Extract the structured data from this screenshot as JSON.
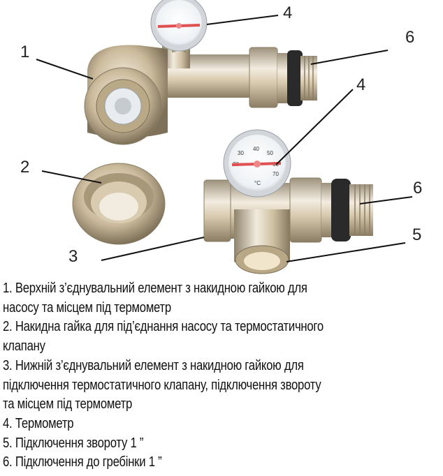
{
  "callouts": {
    "c1": "1",
    "c2": "2",
    "c3": "3",
    "c4_top": "4",
    "c4_lower": "4",
    "c5": "5",
    "c6_top": "6",
    "c6_lower": "6"
  },
  "gauge": {
    "ticks": [
      "20",
      "30",
      "40",
      "50",
      "60",
      "70"
    ],
    "unit": "°C",
    "needle_color": "#e05050"
  },
  "colors": {
    "brass": "#d8c9a8",
    "chrome": "#cfcac0",
    "seal": "#2a2a2a"
  },
  "legend": [
    "1. Верхній з’єднувальний елемент з накидною гайкою для",
    "насосу та місцем під термометр",
    "2. Накидна гайка для під’єднання насосу та термостатичного",
    "клапану",
    "3. Нижній з’єднувальний елемент з накидною гайкою для",
    "підключення термостатичного клапану, підключення звороту",
    "та місцем під термометр",
    "4. Термометр",
    "5. Підключення звороту 1 ”",
    "6. Підключення до гребінки 1 ”"
  ]
}
